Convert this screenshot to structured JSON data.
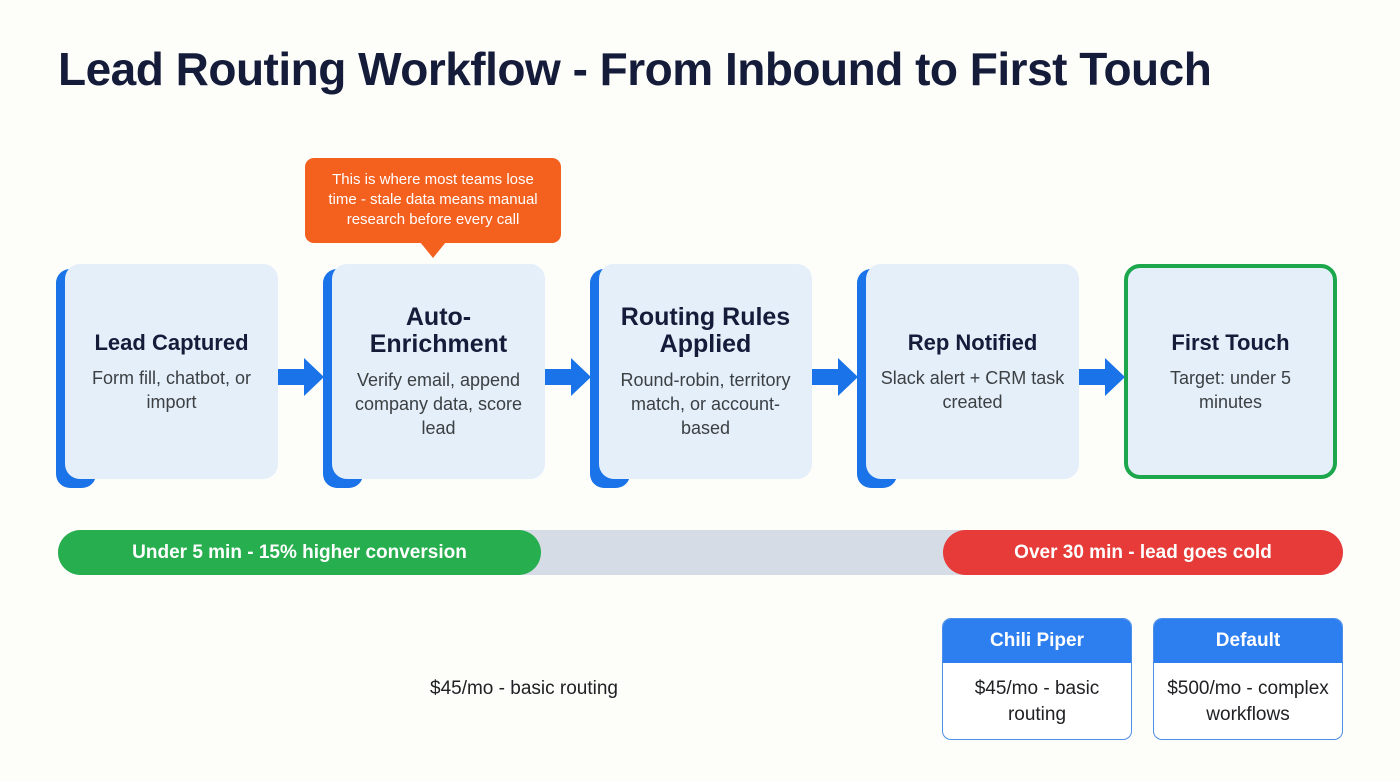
{
  "page": {
    "title": "Lead Routing Workflow - From Inbound to First Touch",
    "background_color": "#FDFDFA",
    "title_color": "#141C3A"
  },
  "callout": {
    "text": "This is where most teams lose time - stale data means manual research before every call",
    "background_color": "#F4601E",
    "text_color": "#FFFFFF",
    "points_to": "Auto-Enrichment"
  },
  "flow": {
    "arrow_color": "#1A73E8",
    "accent_color": "#1A73E8",
    "card_fill": "#E4EFFA",
    "final_border_color": "#1DA74C",
    "steps": [
      {
        "title": "Lead Captured",
        "desc": "Form fill, chatbot, or import",
        "style": "accent"
      },
      {
        "title": "Auto-Enrichment",
        "desc": "Verify email, append company data, score lead",
        "style": "accent"
      },
      {
        "title": "Routing Rules Applied",
        "desc": "Round-robin, territory match, or account-based",
        "style": "accent"
      },
      {
        "title": "Rep Notified",
        "desc": "Slack alert + CRM task created",
        "style": "accent"
      },
      {
        "title": "First Touch",
        "desc": "Target: under 5 minutes",
        "style": "final"
      }
    ]
  },
  "timeline": {
    "track_color": "#D6DCE6",
    "good": {
      "label": "Under 5 min - 15% higher conversion",
      "color": "#27AE4E"
    },
    "bad": {
      "label": "Over 30 min - lead goes cold",
      "color": "#E63B38"
    }
  },
  "orphan_note": {
    "text": "$45/mo - basic routing"
  },
  "comparison": {
    "header_color": "#2D7FF0",
    "cards": [
      {
        "name": "Chili Piper",
        "price": "$45/mo - basic routing"
      },
      {
        "name": "Default",
        "price": "$500/mo - complex workflows"
      }
    ]
  }
}
